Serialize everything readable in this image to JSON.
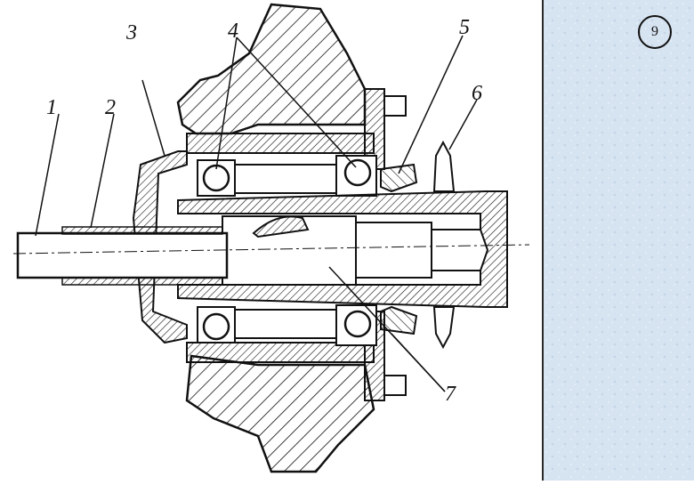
{
  "slide": {
    "page_number": "9"
  },
  "diagram": {
    "callouts": [
      "1",
      "2",
      "3",
      "4",
      "5",
      "6",
      "7"
    ]
  },
  "colors": {
    "ink": "#111111",
    "panel": "#d6e3f1",
    "paper": "#ffffff"
  }
}
